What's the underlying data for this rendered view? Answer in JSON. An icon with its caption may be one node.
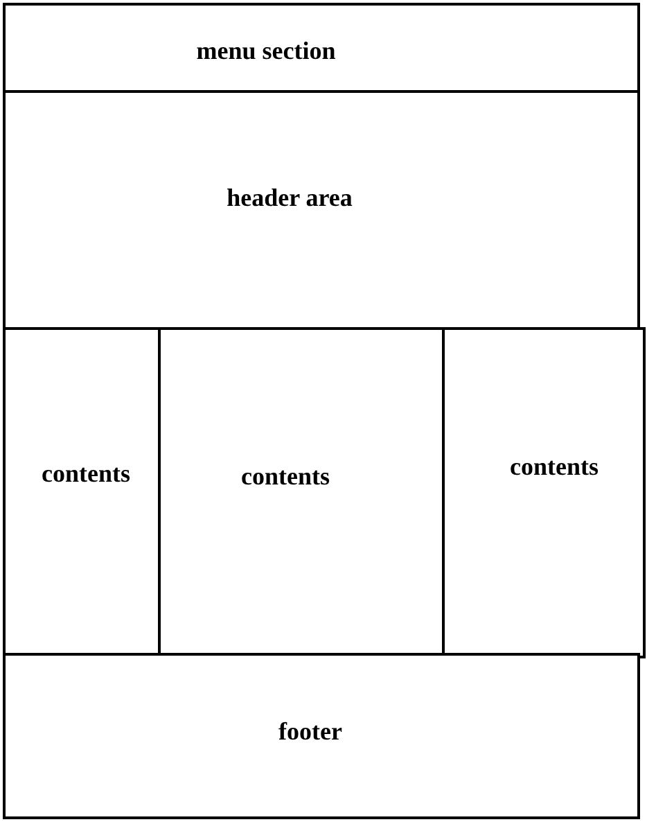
{
  "diagram": {
    "nodes": [
      {
        "text": [
          "menu section"
        ]
      },
      {
        "text": [
          "header area"
        ]
      },
      {
        "text": [
          "contents"
        ]
      },
      {
        "text": [
          "contents"
        ]
      },
      {
        "text": [
          "contents"
        ]
      },
      {
        "text": [
          "footer"
        ]
      }
    ]
  }
}
